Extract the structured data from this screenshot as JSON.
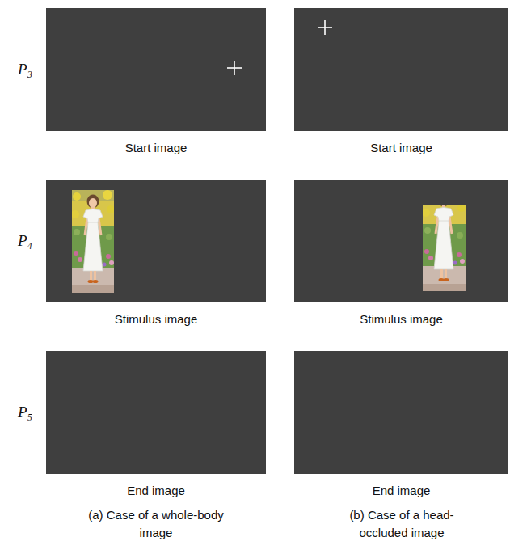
{
  "diagram": {
    "nodes": [
      {
        "text": [
          "Start image"
        ]
      },
      {
        "text": [
          "Start image"
        ]
      },
      {
        "text": [
          "Stimulus image"
        ]
      },
      {
        "text": [
          "Stimulus image"
        ]
      },
      {
        "text": [
          "End image"
        ]
      },
      {
        "text": [
          "End image"
        ]
      }
    ],
    "labels": [
      "P₃",
      "P₄",
      "P₅",
      "(a) Case of a whole-body image",
      "(b) Case of a head-occluded image"
    ]
  }
}
